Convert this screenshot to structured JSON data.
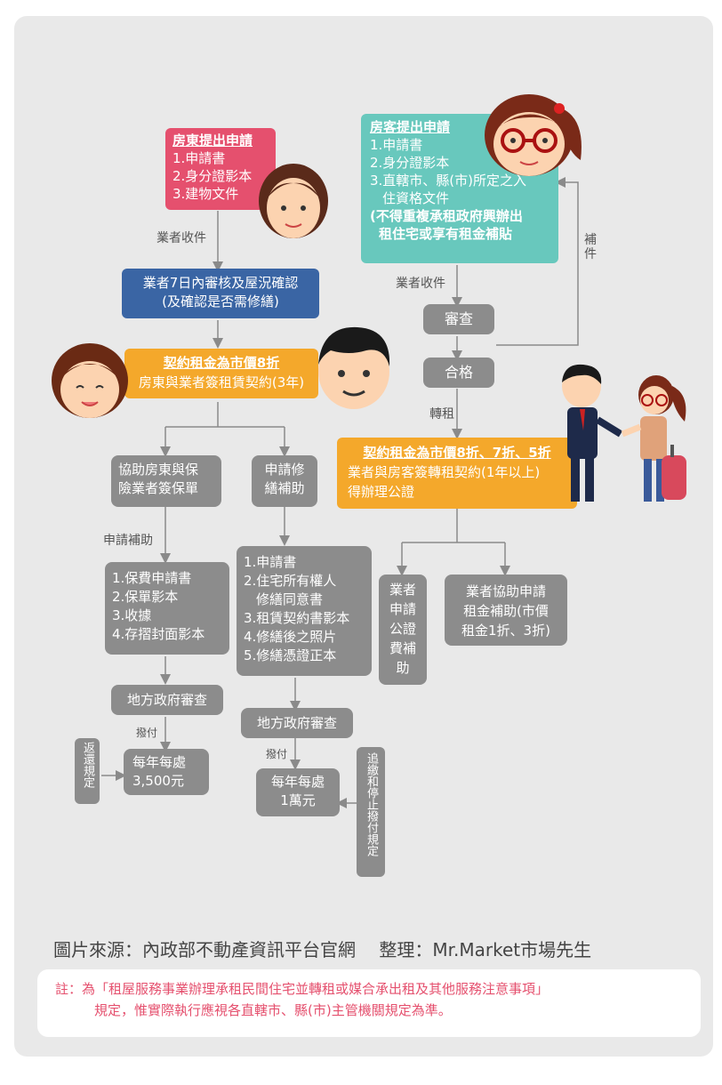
{
  "landlord_box": {
    "title": "房東提出申請",
    "lines": [
      "1.申請書",
      "2.身分證影本",
      "3.建物文件"
    ]
  },
  "tenant_box": {
    "title": "房客提出申請",
    "lines": [
      "1.申請書",
      "2.身分證影本",
      "3.直轄市、縣(市)所定之入",
      "住資格文件"
    ],
    "bold_lines": [
      "(不得重複承租政府興辦出",
      "租住宅或享有租金補貼"
    ]
  },
  "label_collect_left": "業者收件",
  "label_collect_right": "業者收件",
  "review_7day": {
    "line1": "業者7日內審核及屋況確認",
    "line2": "(及確認是否需修繕)"
  },
  "review_box": "審查",
  "qualified_box": "合格",
  "supplement_label": "補件",
  "sublease_label": "轉租",
  "contract_landlord": {
    "title": "契約租金為市價8折",
    "sub": "房東與業者簽租賃契約(3年)"
  },
  "contract_tenant": {
    "title": "契約租金為市價8折、7折、5折",
    "line1": "業者與房客簽轉租契約(1年以上)",
    "line2": "得辦理公證"
  },
  "insurance_box": [
    "協助房東與保",
    "險業者簽保單"
  ],
  "repair_box": [
    "申請修",
    "繕補助"
  ],
  "apply_subsidy_label": "申請補助",
  "insurance_docs": [
    "1.保費申請書",
    "2.保單影本",
    "3.收據",
    "4.存摺封面影本"
  ],
  "repair_docs": [
    "1.申請書",
    "2.住宅所有權人",
    "修繕同意書",
    "3.租賃契約書影本",
    "4.修繕後之照片",
    "5.修繕憑證正本"
  ],
  "notary_box": [
    "業者",
    "申請",
    "公證",
    "費補",
    "助"
  ],
  "rent_subsidy_box": [
    "業者協助申請",
    "租金補助(市價",
    "租金1折、3折)"
  ],
  "gov_review_left": "地方政府審查",
  "gov_review_right": "地方政府審查",
  "disburse_left": "撥付",
  "disburse_right": "撥付",
  "annual_left": [
    "每年每處",
    "3,500元"
  ],
  "annual_right": [
    "每年每處",
    "1萬元"
  ],
  "return_rule": "返還規定",
  "recover_rule": "追繳和停止撥付規定",
  "footer_source": "圖片來源：內政部不動產資訊平台官網　 整理：Mr.Market市場先生",
  "note_line1": "註：為「租屋服務事業辦理承租民間住宅並轉租或媒合承出租及其他服務注意事項」",
  "note_line2": "規定，惟實際執行應視各直轄市、縣(市)主管機關規定為準。",
  "colors": {
    "pink": "#e5506e",
    "teal": "#68c8bd",
    "blue": "#3a65a4",
    "orange": "#f4a82b",
    "gray": "#8c8c8c",
    "background": "#e9e9e9"
  }
}
